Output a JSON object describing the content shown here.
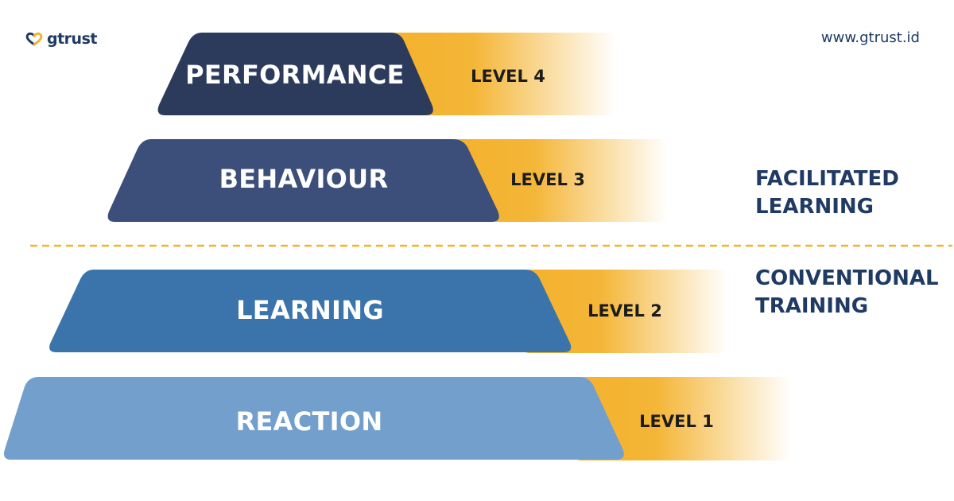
{
  "brand": {
    "name": "gtrust",
    "logo_icon": "heart-link-icon",
    "logo_colors": [
      "#1f3a63",
      "#f4b22d"
    ],
    "website": "www.gtrust.id"
  },
  "levels": [
    {
      "name": "PERFORMANCE",
      "tag": "LEVEL 4",
      "color": "#2c3a5c"
    },
    {
      "name": "BEHAVIOUR",
      "tag": "LEVEL 3",
      "color": "#3c4f7a"
    },
    {
      "name": "LEARNING",
      "tag": "LEVEL 2",
      "color": "#3b74aa"
    },
    {
      "name": "REACTION",
      "tag": "LEVEL 1",
      "color": "#739fcd"
    }
  ],
  "tag_color": "#f4b22d",
  "divider_color": "#f4b22d",
  "groups": {
    "upper": {
      "line1": "FACILITATED",
      "line2": "LEARNING"
    },
    "lower": {
      "line1": "CONVENTIONAL",
      "line2": "TRAINING"
    }
  },
  "label_color": "#1f3a63"
}
